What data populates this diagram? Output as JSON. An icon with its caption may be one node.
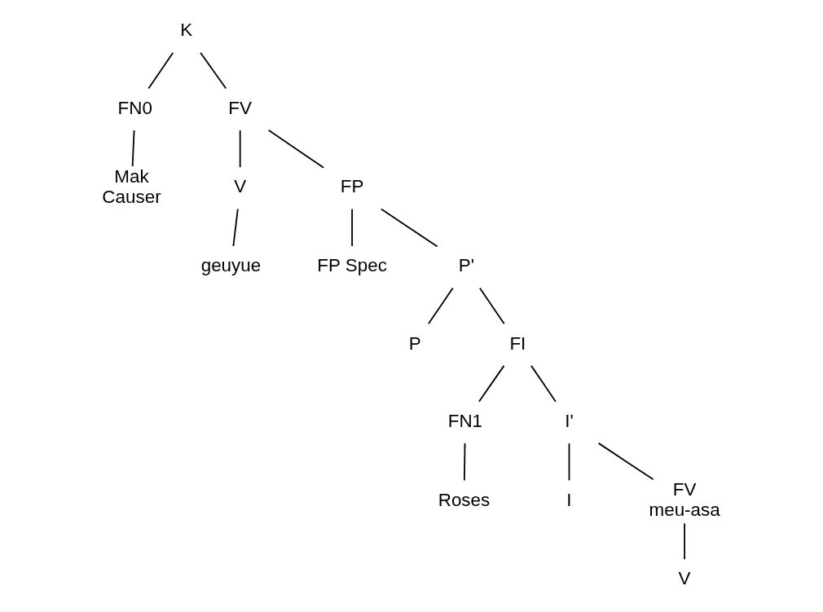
{
  "diagram": {
    "nodes": [
      {
        "text": [
          "K"
        ]
      },
      {
        "text": [
          "FN0"
        ]
      },
      {
        "text": [
          "FV"
        ]
      },
      {
        "text": [
          "Mak"
        ],
        "beside": [
          "Causer"
        ]
      },
      {
        "text": [
          "V"
        ]
      },
      {
        "text": [
          "geuyue"
        ]
      },
      {
        "text": [
          "FP"
        ]
      },
      {
        "text": [
          "FP Spec"
        ]
      },
      {
        "text": [
          "P'"
        ]
      },
      {
        "text": [
          "P"
        ]
      },
      {
        "text": [
          "FI"
        ]
      },
      {
        "text": [
          "FN1"
        ]
      },
      {
        "text": [
          "I'"
        ]
      },
      {
        "text": [
          "Roses"
        ]
      },
      {
        "text": [
          "I"
        ]
      },
      {
        "text": [
          "FV"
        ],
        "beside": [
          "meu-asa"
        ]
      },
      {
        "text": [
          "V"
        ]
      }
    ],
    "edges": [
      {
        "from": 0,
        "to": 1,
        "arrow": "none"
      },
      {
        "from": 0,
        "to": 2,
        "arrow": "none"
      },
      {
        "from": 1,
        "to": 3,
        "arrow": "none"
      },
      {
        "from": 2,
        "to": 4,
        "arrow": "none"
      },
      {
        "from": 2,
        "to": 6,
        "arrow": "none"
      },
      {
        "from": 4,
        "to": 5,
        "arrow": "none"
      },
      {
        "from": 6,
        "to": 7,
        "arrow": "none"
      },
      {
        "from": 6,
        "to": 8,
        "arrow": "none"
      },
      {
        "from": 8,
        "to": 9,
        "arrow": "none"
      },
      {
        "from": 8,
        "to": 10,
        "arrow": "none"
      },
      {
        "from": 10,
        "to": 11,
        "arrow": "none"
      },
      {
        "from": 10,
        "to": 12,
        "arrow": "none"
      },
      {
        "from": 11,
        "to": 13,
        "arrow": "none"
      },
      {
        "from": 12,
        "to": 14,
        "arrow": "none"
      },
      {
        "from": 12,
        "to": 15,
        "arrow": "none"
      },
      {
        "from": 15,
        "to": 16,
        "arrow": "none"
      }
    ]
  }
}
